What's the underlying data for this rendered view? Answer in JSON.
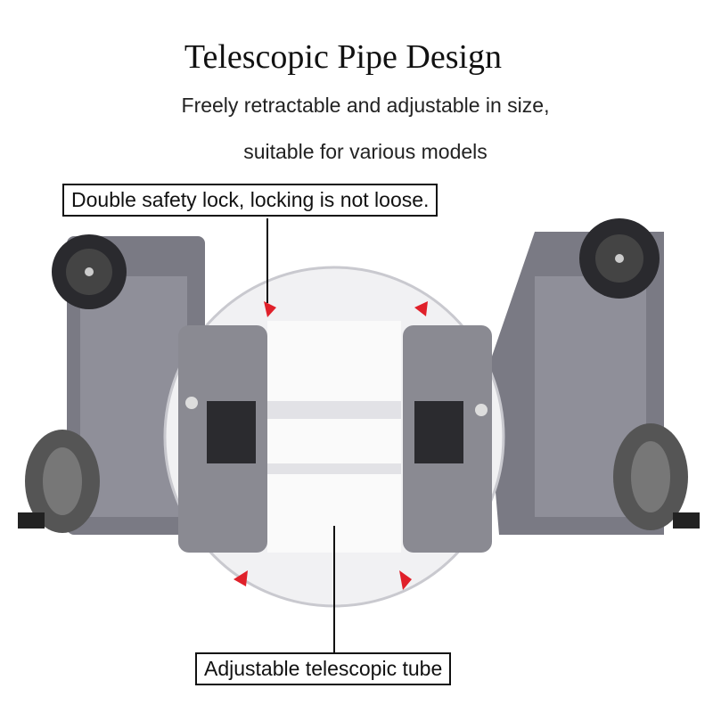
{
  "title": "Telescopic Pipe Design",
  "subtitle_lines": [
    "Freely retractable and adjustable in size,",
    "suitable for various models"
  ],
  "callouts": {
    "lock": "Double safety lock, locking is not loose.",
    "tube": "Adjustable telescopic tube"
  },
  "colors": {
    "accent": "#e0202a",
    "frame": "#6e6e78",
    "text": "#111111"
  }
}
